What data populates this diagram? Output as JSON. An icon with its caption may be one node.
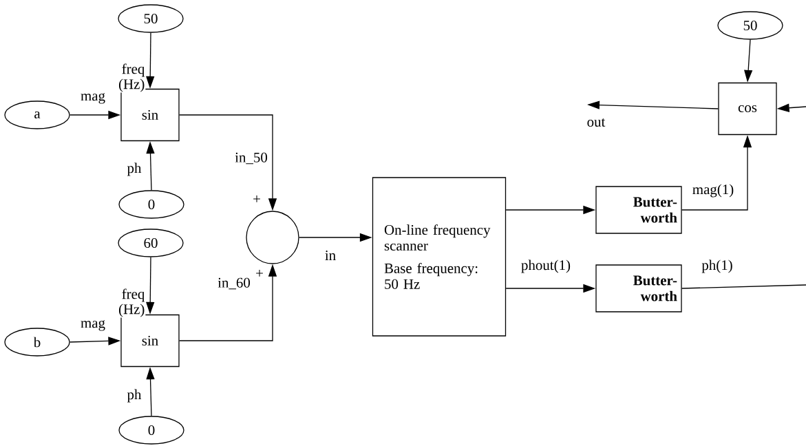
{
  "diagram": {
    "nodes": [
      {
        "text": [
          "50"
        ]
      },
      {
        "text": [
          "a"
        ]
      },
      {
        "text": [
          "sin"
        ]
      },
      {
        "text": [
          "0"
        ]
      },
      {
        "text": [
          "60"
        ]
      },
      {
        "text": [
          "b"
        ]
      },
      {
        "text": [
          "sin"
        ]
      },
      {
        "text": [
          "0"
        ]
      },
      {
        "text": [],
        "shape": "circle"
      },
      {
        "text": [
          "On-line frequency scanner",
          "Base frequency: 50 Hz"
        ]
      },
      {
        "text": [
          "Butter-worth"
        ]
      },
      {
        "text": [
          "Butter-worth"
        ]
      },
      {
        "text": [
          "50"
        ]
      },
      {
        "text": [
          "cos"
        ]
      }
    ],
    "edges": [
      {
        "from": 0,
        "to": 2,
        "arrow": "to",
        "label": "freq (Hz)"
      },
      {
        "from": 1,
        "to": 2,
        "arrow": "to",
        "label": "mag"
      },
      {
        "from": 3,
        "to": 2,
        "arrow": "to",
        "label": "ph"
      },
      {
        "from": 4,
        "to": 6,
        "arrow": "to",
        "label": "freq (Hz)"
      },
      {
        "from": 5,
        "to": 6,
        "arrow": "to",
        "label": "mag"
      },
      {
        "from": 7,
        "to": 6,
        "arrow": "to",
        "label": "ph"
      },
      {
        "from": 2,
        "to": 8,
        "arrow": "to",
        "label": "in_50"
      },
      {
        "from": 6,
        "to": 8,
        "arrow": "to",
        "label": "in_60"
      },
      {
        "from": 8,
        "to": 9,
        "arrow": "to",
        "label": "in"
      },
      {
        "from": 9,
        "to": 10,
        "arrow": "to"
      },
      {
        "from": 9,
        "to": 11,
        "arrow": "to",
        "label": "phout(1)"
      },
      {
        "from": 10,
        "to": 13,
        "arrow": "to",
        "label": "mag(1)"
      },
      {
        "from": 12,
        "to": 13,
        "arrow": "to"
      },
      {
        "from": 13,
        "to": null,
        "arrow": "to",
        "label": "out"
      },
      {
        "from": 11,
        "to": null,
        "arrow": "none",
        "label": "ph(1)"
      },
      {
        "from": null,
        "to": 13,
        "arrow": "to"
      }
    ],
    "labels": [
      "+",
      "+"
    ]
  }
}
